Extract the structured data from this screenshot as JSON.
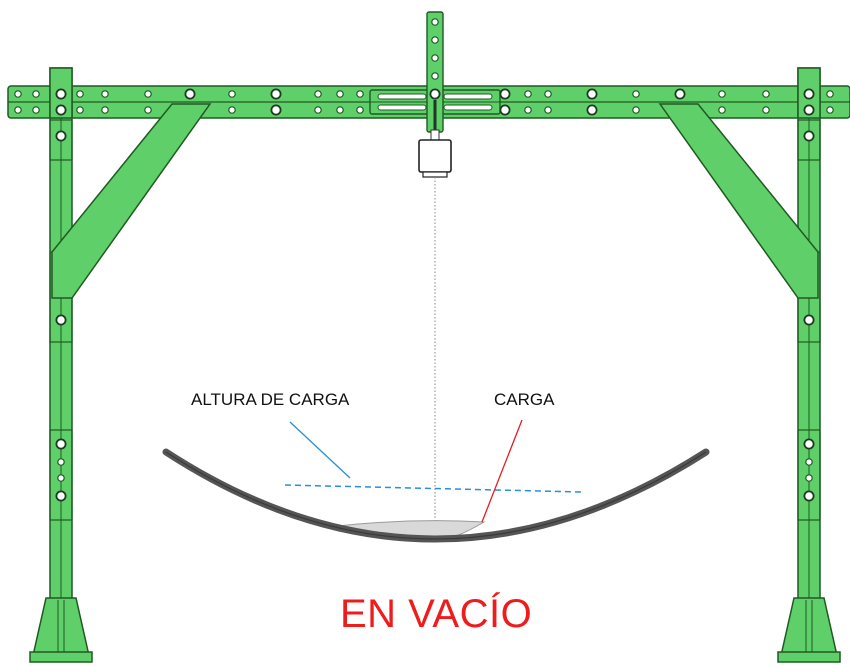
{
  "labels": {
    "altura_de_carga": "ALTURA DE CARGA",
    "carga": "CARGA",
    "state": "EN VACÍO"
  },
  "colors": {
    "frame_fill": "#5fcf6a",
    "frame_stroke": "#1f5a22",
    "state_text": "#ee1c1c",
    "altura_line": "#2a8fd6",
    "carga_line": "#e01f1f",
    "rope": "#888888",
    "load": "#d9d9d9"
  },
  "icons": {
    "load_cell": "load-cell-icon",
    "hole": "bolt-hole-icon"
  }
}
